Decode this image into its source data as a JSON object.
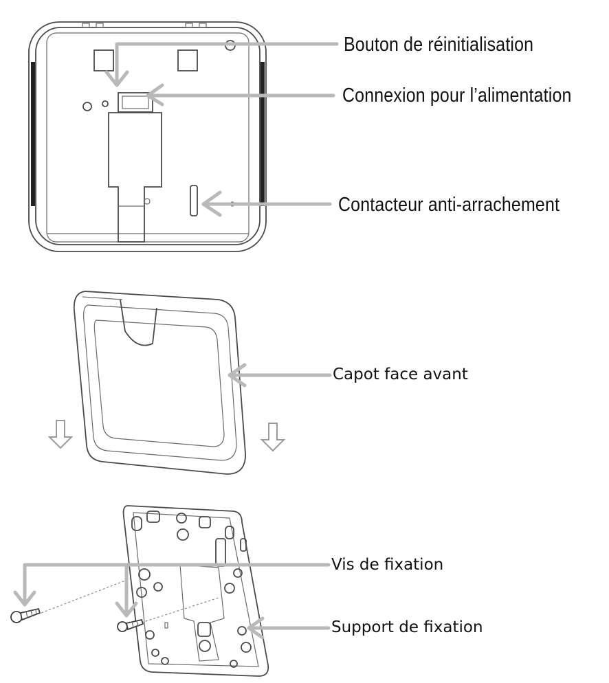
{
  "labels": {
    "reset_button": "Bouton de réinitialisation",
    "power_connection": "Connexion pour l’alimentation",
    "tamper_switch": "Contacteur anti-arrachement",
    "front_cover": "Capot face avant",
    "mounting_screw": "Vis de fixation",
    "mounting_bracket": "Support de fixation"
  },
  "colors": {
    "callout_arrow": "#b9b9b9",
    "device_outline": "#4a4a4a",
    "background": "#ffffff"
  }
}
